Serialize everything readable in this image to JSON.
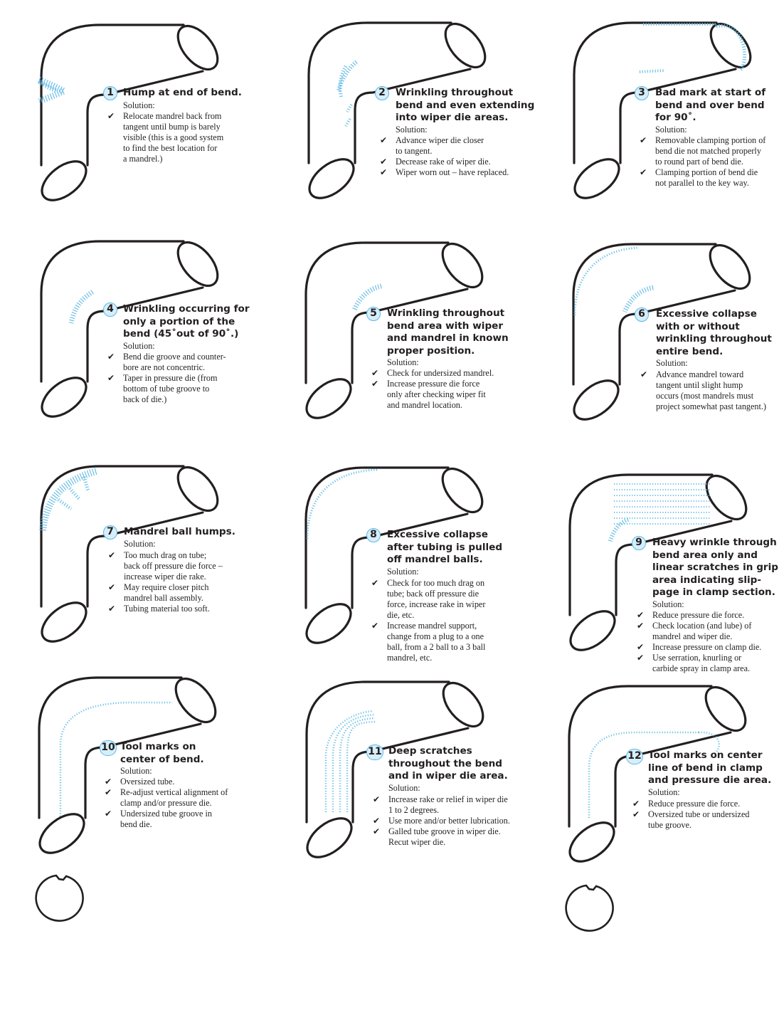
{
  "panels": [
    {
      "number": "1",
      "title": [
        "Hump at end of bend."
      ],
      "solution_label": "Solution:",
      "items": [
        [
          "Relocate mandrel back from",
          "tangent until bump is barely",
          "visible (this is a good system",
          "to find the best location for",
          "a mandrel.)"
        ]
      ]
    },
    {
      "number": "2",
      "title": [
        "Wrinkling throughout",
        "bend and even extending",
        "into wiper die areas."
      ],
      "solution_label": "Solution:",
      "items": [
        [
          "Advance wiper die closer",
          "to tangent."
        ],
        [
          "Decrease rake of wiper die."
        ],
        [
          "Wiper worn out – have replaced."
        ]
      ]
    },
    {
      "number": "3",
      "title": [
        "Bad mark at start of",
        "bend and over bend",
        "for 90˚."
      ],
      "solution_label": "Solution:",
      "items": [
        [
          "Removable clamping portion of",
          "bend die not matched properly",
          "to round part of bend die."
        ],
        [
          "Clamping portion of bend die",
          "not parallel to the key way."
        ]
      ]
    },
    {
      "number": "4",
      "title": [
        "Wrinkling occurring for",
        "only a portion of the",
        "bend (45˚out of 90˚.)"
      ],
      "solution_label": "Solution:",
      "items": [
        [
          "Bend die groove and counter-",
          "bore are not concentric."
        ],
        [
          "Taper in pressure die (from",
          "bottom of tube groove to",
          "back of die.)"
        ]
      ]
    },
    {
      "number": "5",
      "title": [
        "Wrinkling throughout",
        "bend area with wiper",
        "and mandrel in known",
        "proper position."
      ],
      "solution_label": "Solution:",
      "items": [
        [
          "Check for undersized mandrel."
        ],
        [
          "Increase pressure die force",
          "only after checking wiper fit",
          "and mandrel location."
        ]
      ]
    },
    {
      "number": "6",
      "title": [
        "Excessive collapse",
        "with or without",
        "wrinkling throughout",
        "entire bend."
      ],
      "solution_label": "Solution:",
      "items": [
        [
          "Advance mandrel toward",
          "tangent until slight hump",
          "occurs (most mandrels must",
          "project somewhat past tangent.)"
        ]
      ]
    },
    {
      "number": "7",
      "title": [
        "Mandrel ball humps."
      ],
      "solution_label": "Solution:",
      "items": [
        [
          "Too much drag on tube;",
          "back off pressure die force –",
          "increase wiper die rake."
        ],
        [
          "May require closer pitch",
          "mandrel ball assembly."
        ],
        [
          "Tubing material too soft."
        ]
      ]
    },
    {
      "number": "8",
      "title": [
        "Excessive collapse",
        "after tubing is pulled",
        "off mandrel balls."
      ],
      "solution_label": "Solution:",
      "items": [
        [
          "Check for too much drag on",
          "tube; back off pressure die",
          "force, increase rake in wiper",
          "die, etc."
        ],
        [
          "Increase mandrel support,",
          "change from a plug to a one",
          "ball, from a 2 ball to a 3 ball",
          "mandrel, etc."
        ]
      ]
    },
    {
      "number": "9",
      "title": [
        "Heavy wrinkle through",
        "bend area only and",
        "linear scratches in grip",
        "area indicating slip-",
        "page in clamp section."
      ],
      "solution_label": "Solution:",
      "items": [
        [
          "Reduce pressure die force."
        ],
        [
          "Check location (and lube) of",
          "mandrel and wiper die."
        ],
        [
          "Increase pressure on clamp die."
        ],
        [
          "Use serration, knurling or",
          "carbide spray in clamp area."
        ]
      ]
    },
    {
      "number": "10",
      "title": [
        "Tool marks on",
        "center of bend."
      ],
      "solution_label": "Solution:",
      "items": [
        [
          "Oversized tube."
        ],
        [
          "Re-adjust vertical alignment of",
          "clamp and/or pressure die."
        ],
        [
          "Undersized tube groove in",
          "bend die."
        ]
      ]
    },
    {
      "number": "11",
      "title": [
        "Deep scratches",
        "throughout the bend",
        "and in wiper die area."
      ],
      "solution_label": "Solution:",
      "items": [
        [
          "Increase rake or relief in wiper die",
          "1 to 2 degrees."
        ],
        [
          "Use more and/or better lubrication."
        ],
        [
          "Galled tube groove in wiper die.",
          "Recut wiper die."
        ]
      ]
    },
    {
      "number": "12",
      "title": [
        "Tool marks on center",
        "line of bend in clamp",
        "and pressure die area."
      ],
      "solution_label": "Solution:",
      "items": [
        [
          "Reduce pressure die force."
        ],
        [
          "Oversized tube or undersized",
          "tube groove."
        ]
      ]
    }
  ],
  "check_glyph": "✔",
  "colors": {
    "ink": "#231f20",
    "accent": "#5bb8e3",
    "accent_fill": "#d6eef9"
  }
}
